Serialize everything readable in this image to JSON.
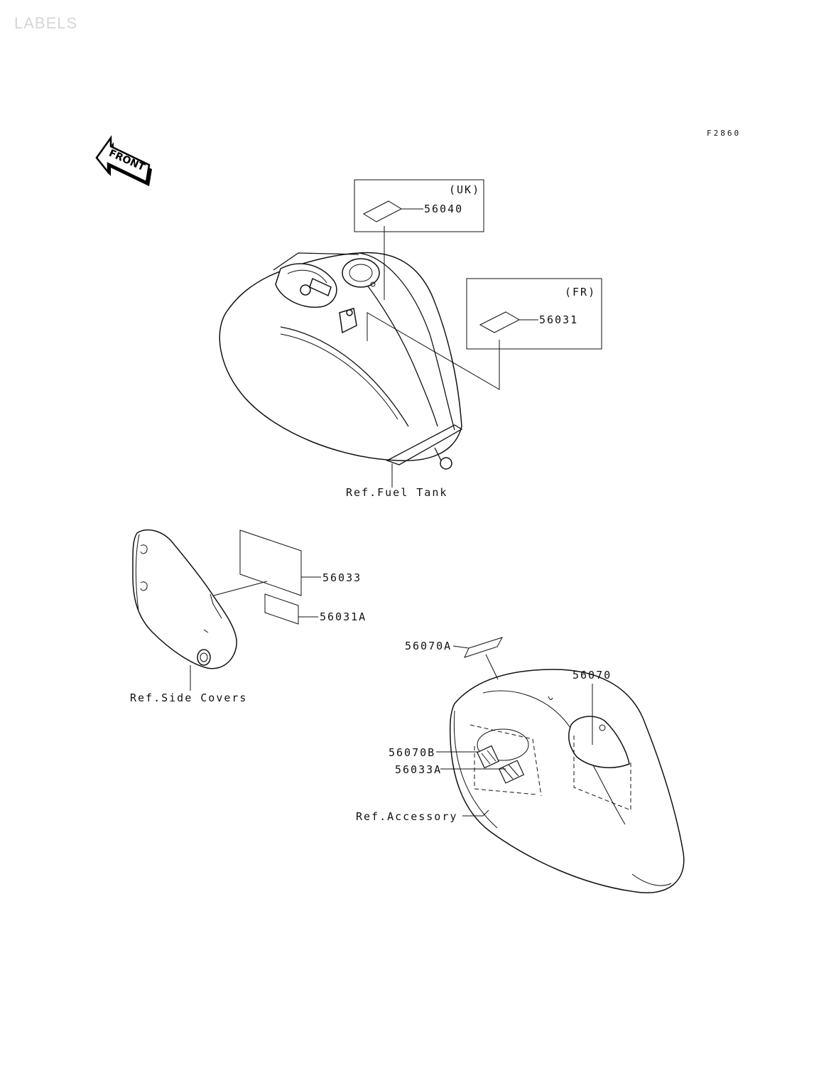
{
  "watermark": "LABELS",
  "figure_code": "F2860",
  "front_label": "FRONT",
  "fuel_tank": {
    "box_uk": {
      "region": "(UK)",
      "part": "56040"
    },
    "box_fr": {
      "region": "(FR)",
      "part": "56031"
    },
    "ref": "Ref.Fuel Tank"
  },
  "side_cover": {
    "parts": [
      "56033",
      "56031A"
    ],
    "ref": "Ref.Side Covers"
  },
  "accessory": {
    "parts": [
      "56070A",
      "56070",
      "56070B",
      "56033A"
    ],
    "ref": "Ref.Accessory"
  }
}
